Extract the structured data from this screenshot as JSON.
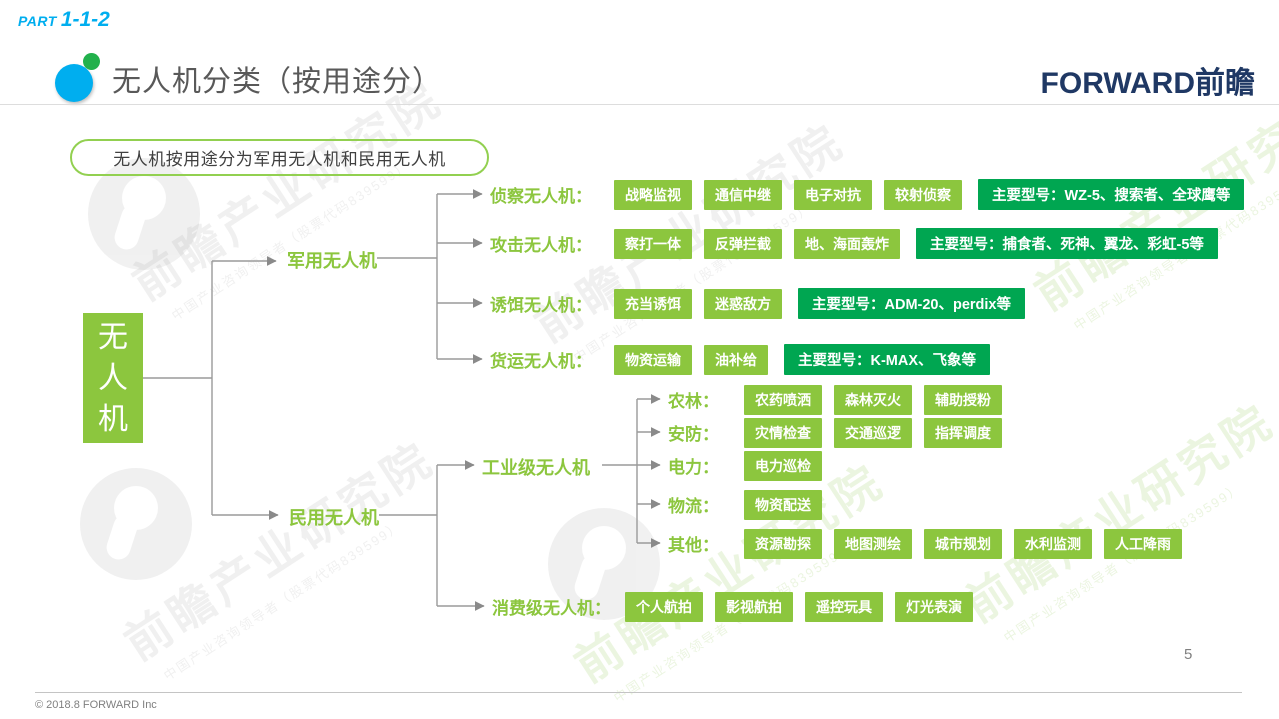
{
  "slide": {
    "part_prefix": "PART",
    "part_number": "1-1-2",
    "title": "无人机分类（按用途分）",
    "logo_text": "FORWARD前瞻",
    "page_number": "5",
    "footer_text": "© 2018.8 FORWARD Inc"
  },
  "callout": {
    "text": "无人机按用途分为军用无人机和民用无人机"
  },
  "colors": {
    "accent_blue": "#00AEEF",
    "light_green": "#8CC63E",
    "dark_green": "#00A651",
    "callout_border_green": "#92D050",
    "logo_navy": "#1F3864",
    "connector_gray": "#8A8A8A",
    "title_gray": "#595959"
  },
  "tree": {
    "root": "无人机",
    "branch_military": "军用无人机",
    "branch_civil": "民用无人机",
    "branch_industrial": "工业级无人机",
    "military_rows": [
      {
        "label": "侦察无人机：",
        "tags": [
          "战略监视",
          "通信中继",
          "电子对抗",
          "较射侦察"
        ],
        "model": "主要型号：WZ-5、搜索者、全球鹰等"
      },
      {
        "label": "攻击无人机：",
        "tags": [
          "察打一体",
          "反弹拦截",
          "地、海面轰炸"
        ],
        "model": "主要型号：捕食者、死神、翼龙、彩虹-5等"
      },
      {
        "label": "诱饵无人机：",
        "tags": [
          "充当诱饵",
          "迷惑敌方"
        ],
        "model": "主要型号：ADM-20、perdix等"
      },
      {
        "label": "货运无人机：",
        "tags": [
          "物资运输",
          "油补给"
        ],
        "model": "主要型号：K-MAX、飞象等"
      }
    ],
    "industrial_rows": [
      {
        "label": "农林：",
        "tags": [
          "农药喷洒",
          "森林灭火",
          "辅助授粉"
        ]
      },
      {
        "label": "安防：",
        "tags": [
          "灾情检查",
          "交通巡逻",
          "指挥调度"
        ]
      },
      {
        "label": "电力：",
        "tags": [
          "电力巡检"
        ]
      },
      {
        "label": "物流：",
        "tags": [
          "物资配送"
        ]
      },
      {
        "label": "其他：",
        "tags": [
          "资源勘探",
          "地图测绘",
          "城市规划",
          "水利监测",
          "人工降雨"
        ]
      }
    ],
    "consumer_row": {
      "label": "消费级无人机：",
      "tags": [
        "个人航拍",
        "影视航拍",
        "遥控玩具",
        "灯光表演"
      ]
    }
  },
  "watermark": {
    "line1": "前瞻产业研究院",
    "line2": "中国产业咨询领导者（股票代码839599）"
  }
}
